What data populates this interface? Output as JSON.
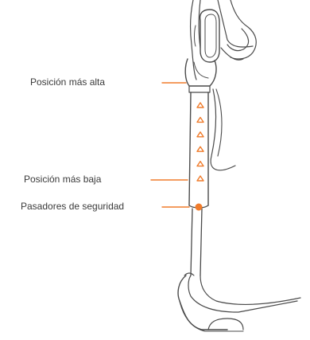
{
  "accent_color": "#F07C2C",
  "line_color": "#4a4a4a",
  "callouts": {
    "highest": "Posición más alta",
    "lowest": "Posición más baja",
    "safety_pins": "Pasadores de seguridad"
  },
  "height_positions_count": 6
}
